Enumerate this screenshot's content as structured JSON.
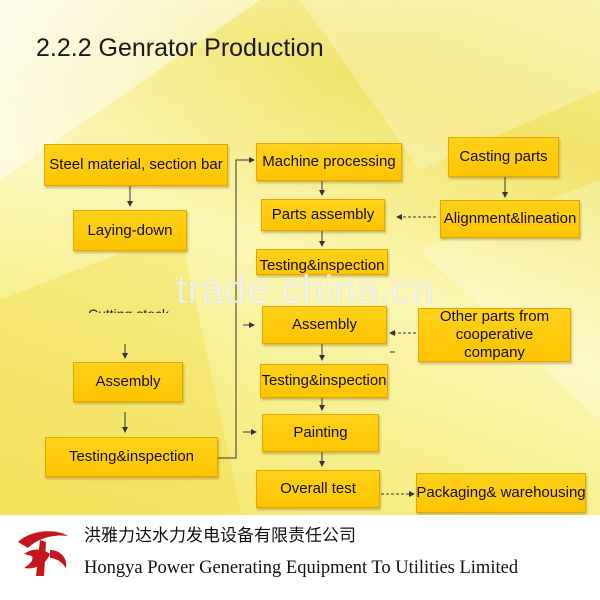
{
  "title": "2.2.2 Genrator Production",
  "boxes": {
    "steel_material": "Steel material, section bar",
    "laying_down": "Laying-down",
    "cutting_stock": "Cutting stock",
    "assembly_left": "Assembly",
    "testing_left": "Testing&inspection",
    "machine_processing": "Machine processing",
    "parts_assembly": "Parts assembly",
    "testing_mid_upper": "Testing&inspection",
    "assembly_mid": "Assembly",
    "testing_mid": "Testing&inspection",
    "painting": "Painting",
    "overall_test": "Overall test",
    "casting_parts": "Casting parts",
    "alignment": "Alignment&lineation",
    "other_parts": "Other parts from cooperative company",
    "packaging": "Packaging& warehousing"
  },
  "watermark": "trade.china.cn",
  "footer": {
    "company_cn": "洪雅力达水力发电设备有限责任公司",
    "company_en": "Hongya Power Generating Equipment To Utilities Limited"
  },
  "colors": {
    "box_fill": "#ffc800",
    "background": "#f4ec7a",
    "logo": "#c4161c"
  }
}
